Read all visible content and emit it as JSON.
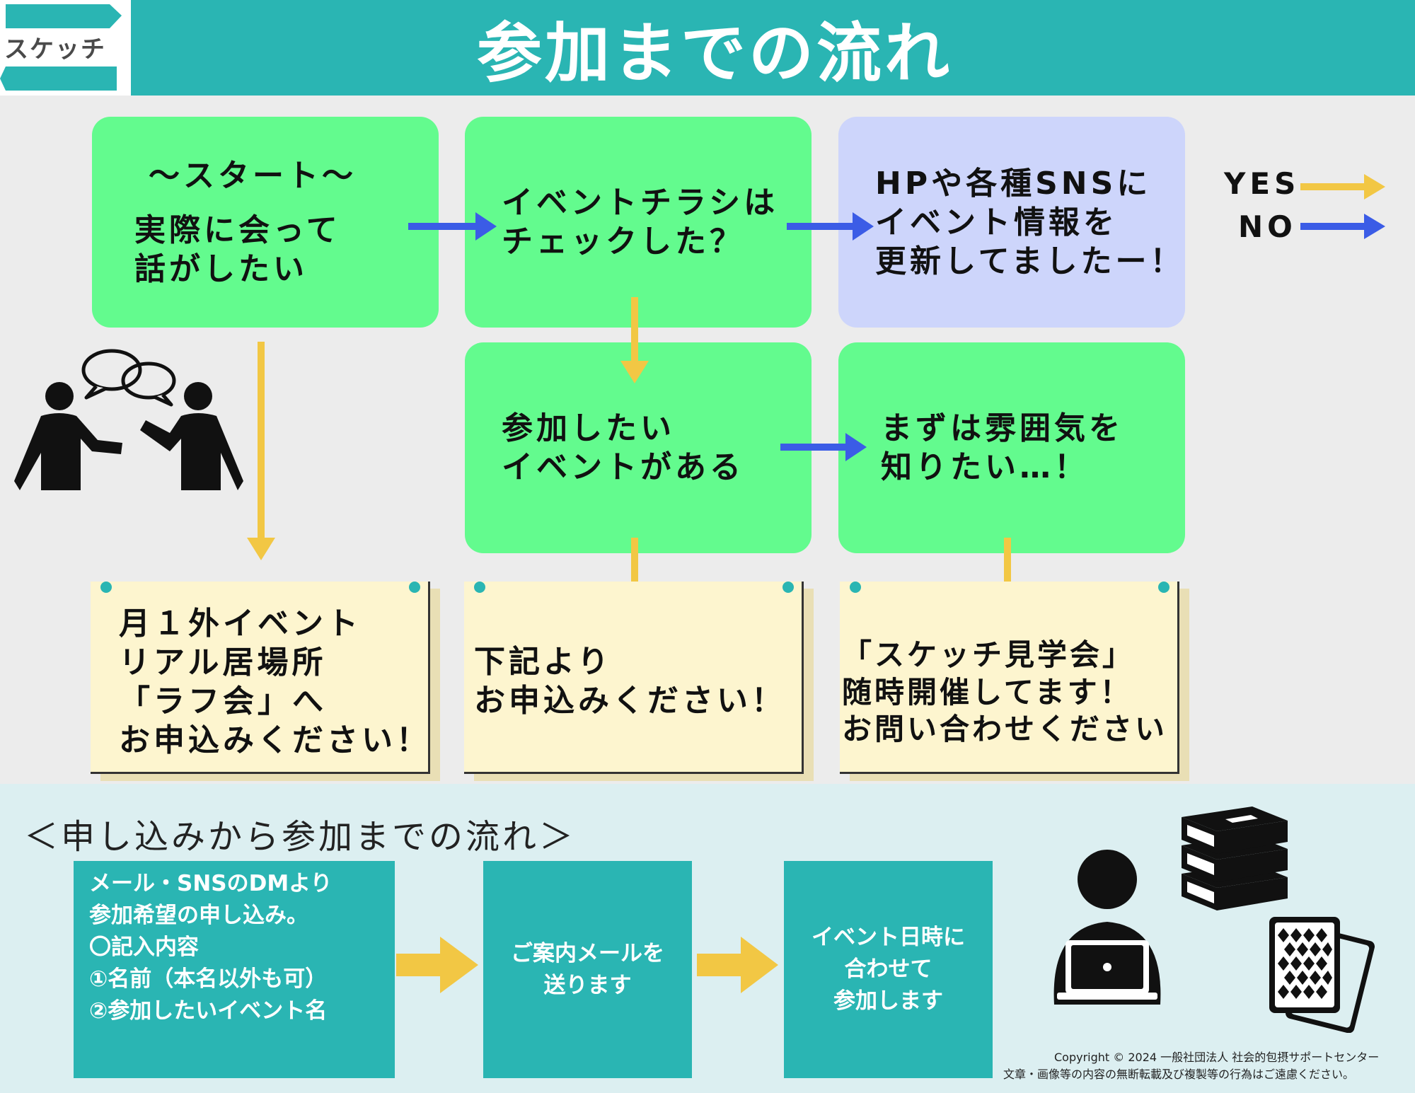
{
  "header": {
    "logo_text": "スケッチ",
    "title": "参加までの流れ"
  },
  "legend": {
    "yes": "YES",
    "no": "NO",
    "yes_color": "#f2c744",
    "no_color": "#3b5ce6"
  },
  "flow": {
    "start_heading": "～スタート～",
    "start_lines": [
      "実際に会って",
      "話がしたい"
    ],
    "flyer_lines": [
      "イベントチラシは",
      "チェックした？"
    ],
    "sns_lines": [
      "HPや各種SNSに",
      "イベント情報を",
      "更新してましたー！"
    ],
    "event_lines": [
      "参加したい",
      "イベントがある"
    ],
    "atmosphere_lines": [
      "まずは雰囲気を",
      "知りたい…！"
    ]
  },
  "notes": {
    "laugh_lines": [
      "月１外イベント",
      "リアル居場所",
      "「ラフ会」へ",
      "お申込みください！"
    ],
    "below_lines": [
      "下記より",
      "お申込みください！"
    ],
    "kengaku_lines": [
      "「スケッチ見学会」",
      "随時開催してます！",
      "お問い合わせください"
    ]
  },
  "process": {
    "heading": "＜申し込みから参加までの流れ＞",
    "step1_lines": [
      "メール・SNSのDMより",
      "参加希望の申し込み。",
      "",
      "〇記入内容",
      "①名前（本名以外も可）",
      "②参加したいイベント名"
    ],
    "step2_lines": [
      "ご案内メールを",
      "送ります"
    ],
    "step3_lines": [
      "イベント日時に",
      "合わせて",
      "参加します"
    ]
  },
  "footer": {
    "copyright": "Copyright © 2024 一般社団法人 社会的包摂サポートセンター",
    "notice": "文章・画像等の内容の無断転載及び複製等の行為はご遠慮ください。"
  }
}
